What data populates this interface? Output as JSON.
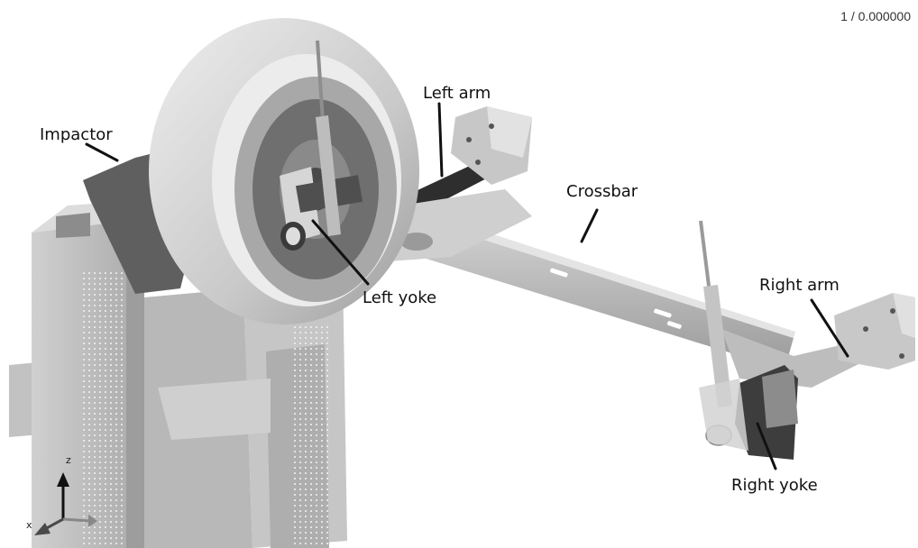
{
  "viewer": {
    "frame_counter": "1 / 0.000000"
  },
  "labels": {
    "impactor": "Impactor",
    "left_arm": "Left arm",
    "crossbar": "Crossbar",
    "left_yoke": "Left yoke",
    "right_arm": "Right arm",
    "right_yoke": "Right yoke"
  },
  "triad": {
    "z": "z",
    "x": "x"
  },
  "colors": {
    "background": "#ffffff",
    "mesh_light": "#d6d6d6",
    "mesh_mid": "#b4b4b4",
    "mesh_dark": "#5a5a5a",
    "triad_z": "#111111",
    "triad_y": "#4a4a4a",
    "triad_x": "#888888"
  }
}
